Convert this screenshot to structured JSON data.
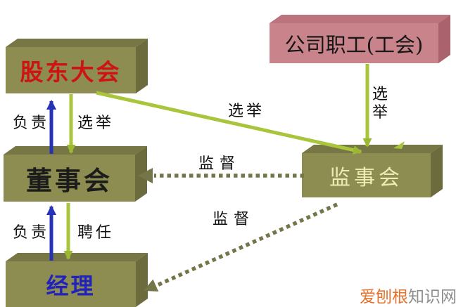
{
  "diagram": {
    "nodes": [
      {
        "id": "shareholders-meeting",
        "label": "股东大会"
      },
      {
        "id": "company-staff-union",
        "label": "公司职工(工会)"
      },
      {
        "id": "board-of-directors",
        "label": "董事会"
      },
      {
        "id": "supervisory-board",
        "label": "监事会"
      },
      {
        "id": "manager",
        "label": "经理"
      }
    ],
    "edges": [
      {
        "from": "board-of-directors",
        "to": "shareholders-meeting",
        "label": "负责",
        "style": "solid-blue"
      },
      {
        "from": "shareholders-meeting",
        "to": "board-of-directors",
        "label": "选举",
        "style": "solid-green"
      },
      {
        "from": "shareholders-meeting",
        "to": "supervisory-board",
        "label": "选举",
        "style": "solid-green"
      },
      {
        "from": "company-staff-union",
        "to": "supervisory-board",
        "label": "选举",
        "style": "solid-green"
      },
      {
        "from": "supervisory-board",
        "to": "board-of-directors",
        "label": "监督",
        "style": "dotted-olive"
      },
      {
        "from": "supervisory-board",
        "to": "manager",
        "label": "监督",
        "style": "dotted-olive"
      },
      {
        "from": "manager",
        "to": "board-of-directors",
        "label": "负责",
        "style": "solid-blue"
      },
      {
        "from": "board-of-directors",
        "to": "manager",
        "label": "聘任",
        "style": "solid-green"
      }
    ],
    "colors": {
      "box_olive_front": "#8d8d52",
      "box_olive_top": "#777745",
      "box_olive_side": "#6b6b3e",
      "box_pink_front": "#c9838b",
      "box_pink_top": "#bb737d",
      "box_pink_side": "#aa626d",
      "arrow_green": "#9cb832",
      "arrow_blue": "#2633b4",
      "arrow_dotted": "#75754a",
      "title_red": "#ce1312",
      "title_blue": "#2121bd",
      "title_pale_yellow": "#eeecb4"
    }
  },
  "watermark": {
    "brand": "爱刨根",
    "suffix": "知识网"
  }
}
